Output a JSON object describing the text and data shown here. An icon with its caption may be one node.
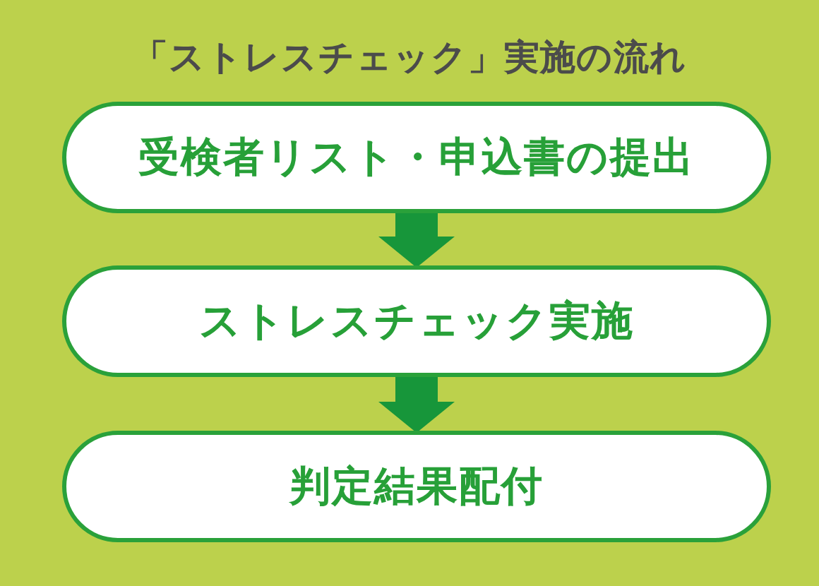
{
  "diagram": {
    "title": "「ストレスチェック」実施の流れ",
    "nodes": [
      {
        "text": [
          "受検者リスト・申込書の提出"
        ]
      },
      {
        "text": [
          "ストレスチェック実施"
        ]
      },
      {
        "text": [
          "判定結果配付"
        ]
      }
    ],
    "edges": [
      {
        "from": 0,
        "to": 1,
        "arrow": "to"
      },
      {
        "from": 1,
        "to": 2,
        "arrow": "to"
      }
    ]
  }
}
